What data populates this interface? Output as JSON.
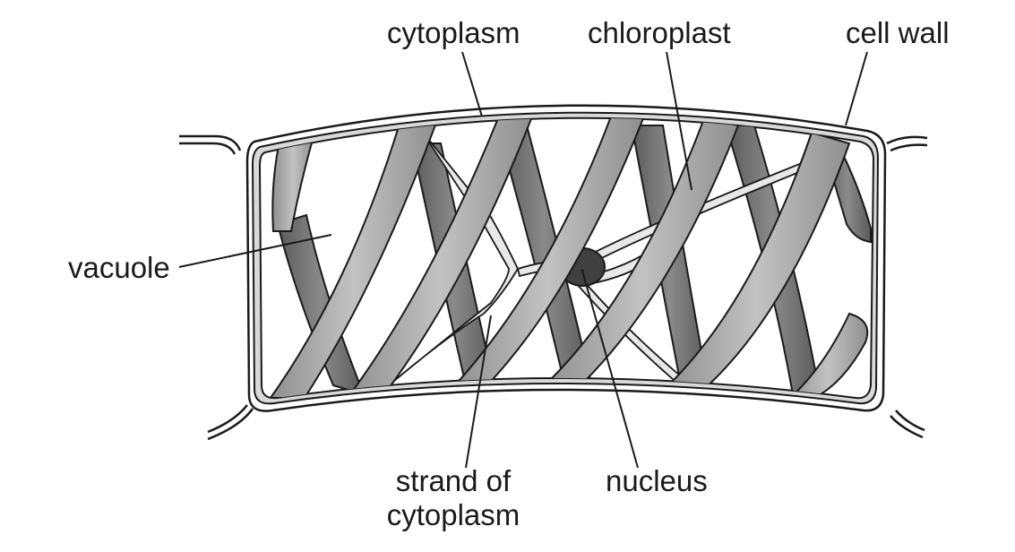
{
  "labels": {
    "cytoplasm": "cytoplasm",
    "chloroplast": "chloroplast",
    "cell_wall": "cell wall",
    "vacuole": "vacuole",
    "strand_line1": "strand of",
    "strand_line2": "cytoplasm",
    "nucleus": "nucleus"
  },
  "colors": {
    "outline": "#1a1a1a",
    "cytoplasm_fill": "#d9d9d9",
    "chloroplast_front": "#a6a6a6",
    "chloroplast_back": "#6e6e6e",
    "nucleus": "#404040",
    "background": "#ffffff"
  }
}
